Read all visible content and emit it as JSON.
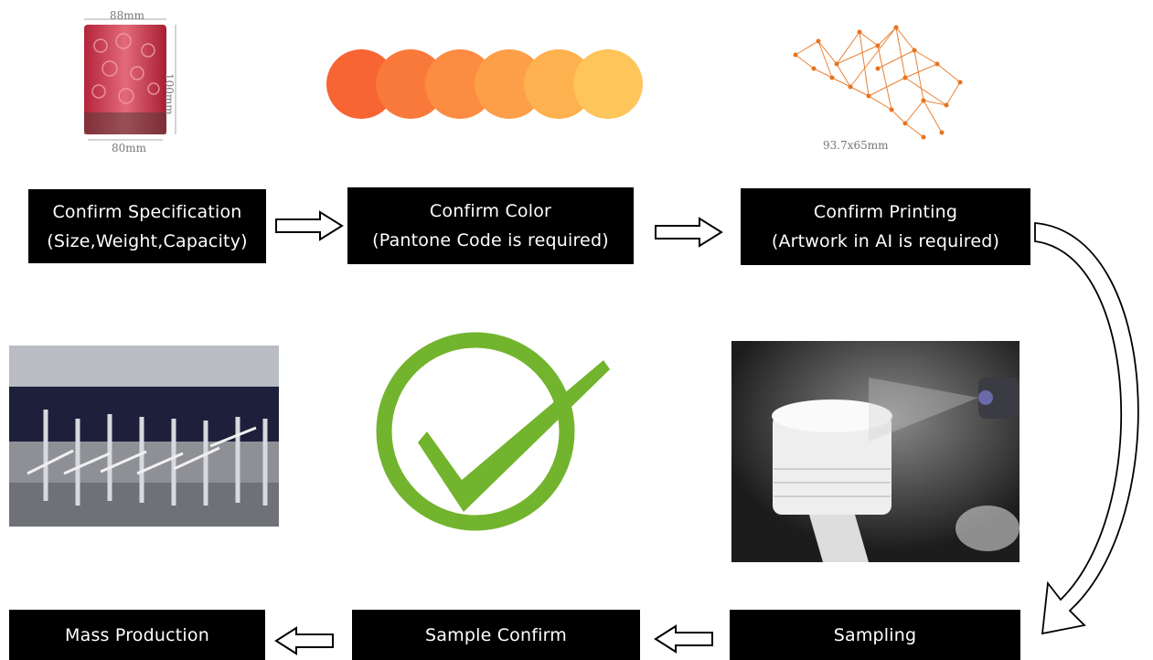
{
  "steps": {
    "spec": {
      "line1": "Confirm Specification",
      "line2": "(Size,Weight,Capacity)"
    },
    "color": {
      "line1": "Confirm Color",
      "line2": "(Pantone Code is  required)"
    },
    "printing": {
      "line1": "Confirm Printing",
      "line2": "(Artwork in AI is  required)"
    },
    "sampling": {
      "label": "Sampling"
    },
    "sample_confirm": {
      "label": "Sample Confirm"
    },
    "mass_production": {
      "label": "Mass Production"
    }
  },
  "jar_dimensions": {
    "top": "88mm",
    "side": "100mm",
    "bottom": "80mm"
  },
  "artwork_size": "93.7x65mm",
  "swatch_colors": [
    "#f76535",
    "#f9793b",
    "#fb8c41",
    "#fc9f48",
    "#fdb24f",
    "#fec55a"
  ],
  "colors": {
    "box": "#000000",
    "box_text": "#ffffff",
    "check_green": "#72b42d",
    "artwork_orange": "#e8731e"
  },
  "icons": [
    "arrow-right-icon",
    "arrow-left-icon",
    "curved-arrow-icon",
    "checkmark-icon"
  ]
}
